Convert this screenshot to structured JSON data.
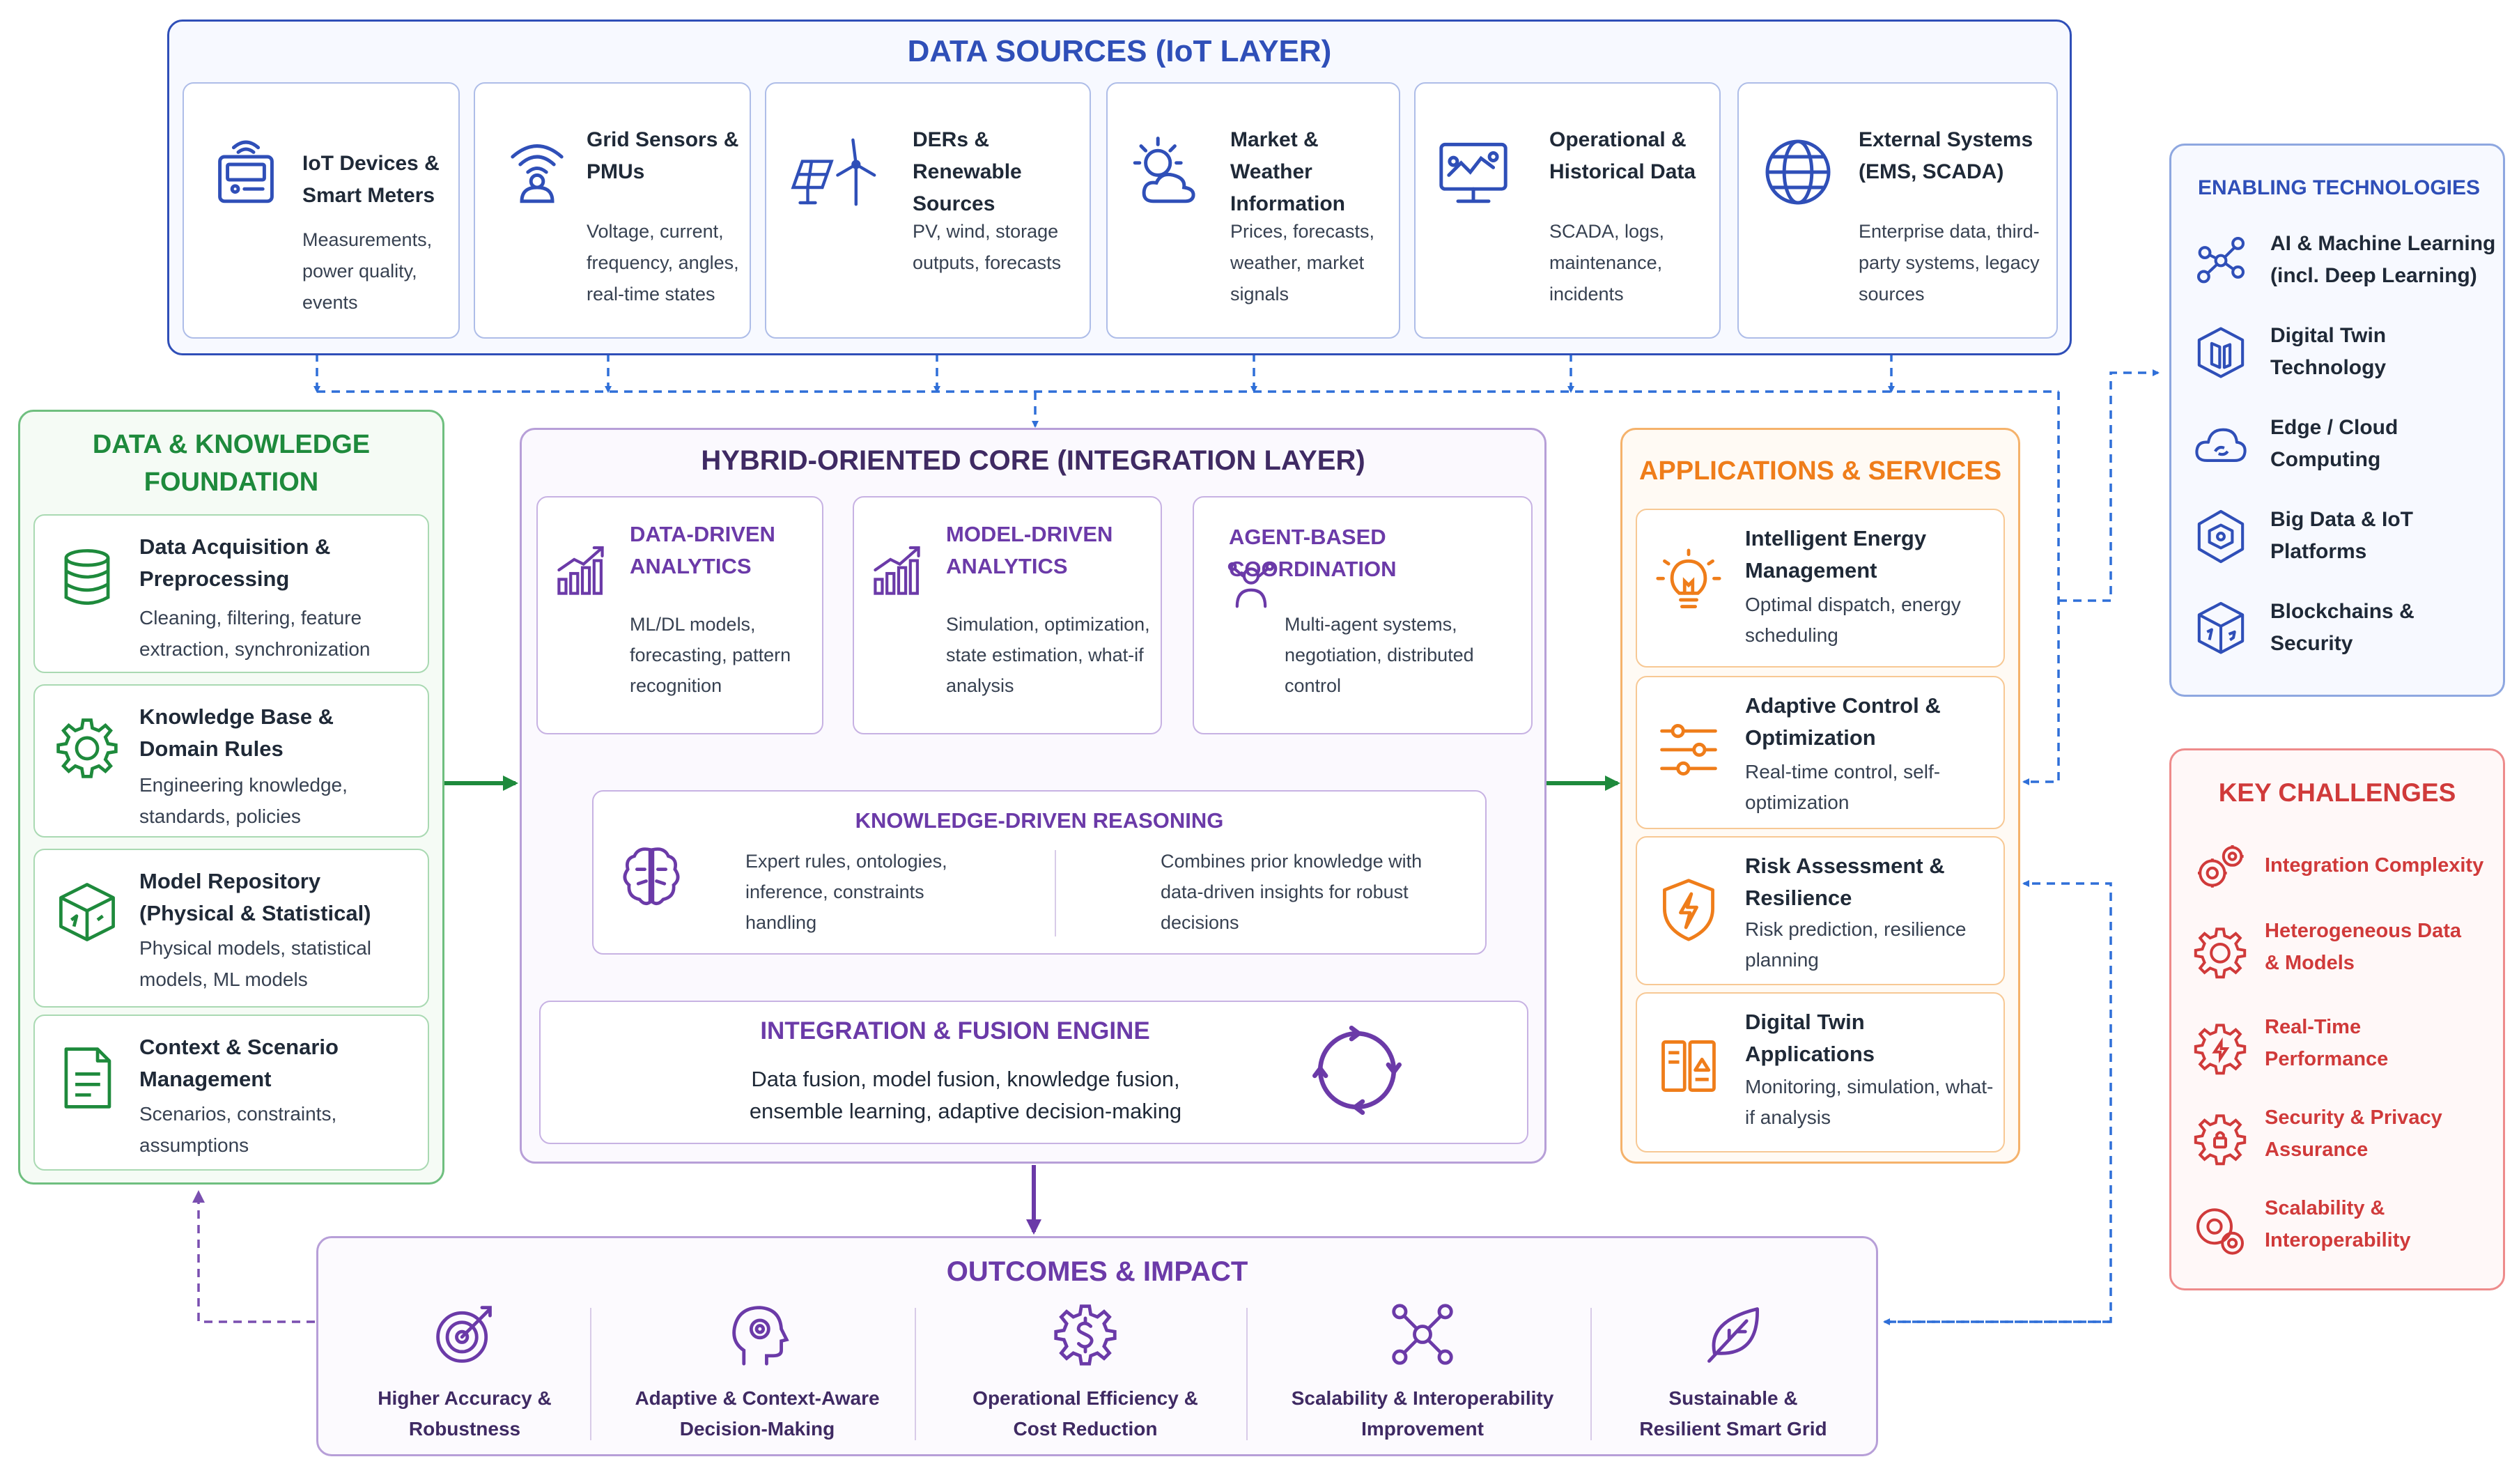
{
  "data_sources": {
    "title": "DATA SOURCES (IoT LAYER)",
    "items": [
      {
        "title": "IoT Devices & Smart Meters",
        "desc": "Measurements, power quality, events",
        "icon": "smart-meter-icon"
      },
      {
        "title": "Grid Sensors & PMUs",
        "desc": "Voltage, current, frequency, angles, real-time states",
        "icon": "grid-sensor-icon"
      },
      {
        "title": "DERs & Renewable Sources",
        "desc": "PV, wind, storage outputs, forecasts",
        "icon": "solar-wind-icon"
      },
      {
        "title": "Market & Weather Information",
        "desc": "Prices, forecasts, weather, market signals",
        "icon": "weather-icon"
      },
      {
        "title": "Operational & Historical Data",
        "desc": "SCADA, logs, maintenance, incidents",
        "icon": "monitor-icon"
      },
      {
        "title": "External Systems (EMS, SCADA)",
        "desc": "Enterprise data, third-party systems, legacy sources",
        "icon": "globe-icon"
      }
    ]
  },
  "foundation": {
    "title": "DATA & KNOWLEDGE FOUNDATION",
    "items": [
      {
        "title": "Data Acquisition & Preprocessing",
        "desc": "Cleaning, filtering, feature extraction, synchronization",
        "icon": "database-icon"
      },
      {
        "title": "Knowledge Base & Domain Rules",
        "desc": "Engineering knowledge, standards, policies",
        "icon": "gear-icon"
      },
      {
        "title": "Model Repository (Physical & Statistical)",
        "desc": "Physical models, statistical models, ML models",
        "icon": "cube-icon"
      },
      {
        "title": "Context & Scenario Management",
        "desc": "Scenarios, constraints, assumptions",
        "icon": "document-icon"
      }
    ]
  },
  "core": {
    "title": "HYBRID-ORIENTED CORE (INTEGRATION LAYER)",
    "data_driven": {
      "title": "DATA-DRIVEN ANALYTICS",
      "desc": "ML/DL models, forecasting, pattern recognition"
    },
    "model_driven": {
      "title": "MODEL-DRIVEN ANALYTICS",
      "desc": "Simulation, optimization, state estimation, what-if analysis"
    },
    "agent_based": {
      "title": "AGENT-BASED COORDINATION",
      "desc": "Multi-agent systems, negotiation, distributed control"
    },
    "knowledge": {
      "title": "KNOWLEDGE-DRIVEN REASONING",
      "left": "Expert rules, ontologies, inference, constraints handling",
      "right": "Combines prior knowledge with data-driven insights for robust decisions"
    },
    "fusion": {
      "title": "INTEGRATION & FUSION ENGINE",
      "desc": "Data fusion, model fusion, knowledge fusion, ensemble learning, adaptive decision-making"
    }
  },
  "applications": {
    "title": "APPLICATIONS & SERVICES",
    "items": [
      {
        "title": "Intelligent Energy Management",
        "desc": "Optimal dispatch, energy scheduling",
        "icon": "lightbulb-icon"
      },
      {
        "title": "Adaptive Control & Optimization",
        "desc": "Real-time control, self-optimization",
        "icon": "sliders-icon"
      },
      {
        "title": "Risk Assessment & Resilience",
        "desc": "Risk prediction, resilience planning",
        "icon": "shield-icon"
      },
      {
        "title": "Digital Twin Applications",
        "desc": "Monitoring, simulation, what-if analysis",
        "icon": "digital-twin-icon"
      }
    ]
  },
  "enabling": {
    "title": "ENABLING TECHNOLOGIES",
    "items": [
      {
        "label": "AI & Machine Learning (incl. Deep Learning)",
        "icon": "network-icon"
      },
      {
        "label": "Digital Twin Technology",
        "icon": "twin-cube-icon"
      },
      {
        "label": "Edge / Cloud Computing",
        "icon": "cloud-icon"
      },
      {
        "label": "Big Data & IoT Platforms",
        "icon": "hexagon-icon"
      },
      {
        "label": "Blockchains & Security",
        "icon": "blockchain-icon"
      }
    ]
  },
  "challenges": {
    "title": "KEY CHALLENGES",
    "items": [
      {
        "label": "Integration Complexity",
        "icon": "gears-icon"
      },
      {
        "label": "Heterogeneous Data & Models",
        "icon": "gear-icon"
      },
      {
        "label": "Real-Time Performance",
        "icon": "gear-icon"
      },
      {
        "label": "Security & Privacy Assurance",
        "icon": "gear-icon"
      },
      {
        "label": "Scalability & Interoperability",
        "icon": "gear-icon"
      }
    ]
  },
  "outcomes": {
    "title": "OUTCOMES & IMPACT",
    "items": [
      {
        "label": "Higher Accuracy & Robustness",
        "icon": "target-icon"
      },
      {
        "label": "Adaptive & Context-Aware Decision-Making",
        "icon": "head-gear-icon"
      },
      {
        "label": "Operational Efficiency & Cost Reduction",
        "icon": "cost-gear-icon"
      },
      {
        "label": "Scalability & Interoperability Improvement",
        "icon": "nodes-icon"
      },
      {
        "label": "Sustainable & Resilient Smart Grid",
        "icon": "leaf-icon"
      }
    ]
  },
  "colors": {
    "blue": "#2f4fb8",
    "green": "#1e8a3c",
    "purple": "#6b3aa8",
    "orange": "#ef7d1a",
    "red": "#d03a3a",
    "dashed_blue": "#2f6fd8"
  }
}
